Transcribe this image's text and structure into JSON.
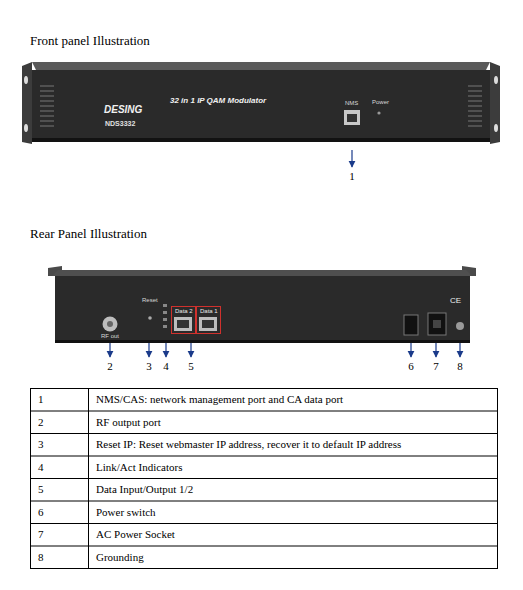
{
  "diagram": {
    "nodes": [
      {
        "text": [
          "DESING",
          "NDS3332",
          "32 in 1 IP QAM Modulator",
          "NMS",
          "Power"
        ]
      },
      {
        "text": [
          "RF out",
          "Reset"
        ]
      },
      {
        "text": [
          "Data 2"
        ],
        "in": 1
      },
      {
        "text": [
          "Data 1"
        ],
        "in": 1
      }
    ],
    "labels": [
      "Front panel Illustration",
      "1",
      "Rear Panel Illustration",
      "CE",
      "2",
      "3",
      "4",
      "5",
      "6",
      "7",
      "8",
      "1",
      "NMS/CAS: network management port and CA data port",
      "2",
      "RF output port",
      "3",
      "Reset IP: Reset webmaster IP address, recover it to default IP address",
      "4",
      "Link/Act Indicators",
      "5",
      "Data Input/Output 1/2",
      "6",
      "Power switch",
      "7",
      "AC Power Socket",
      "8",
      "Grounding"
    ]
  }
}
